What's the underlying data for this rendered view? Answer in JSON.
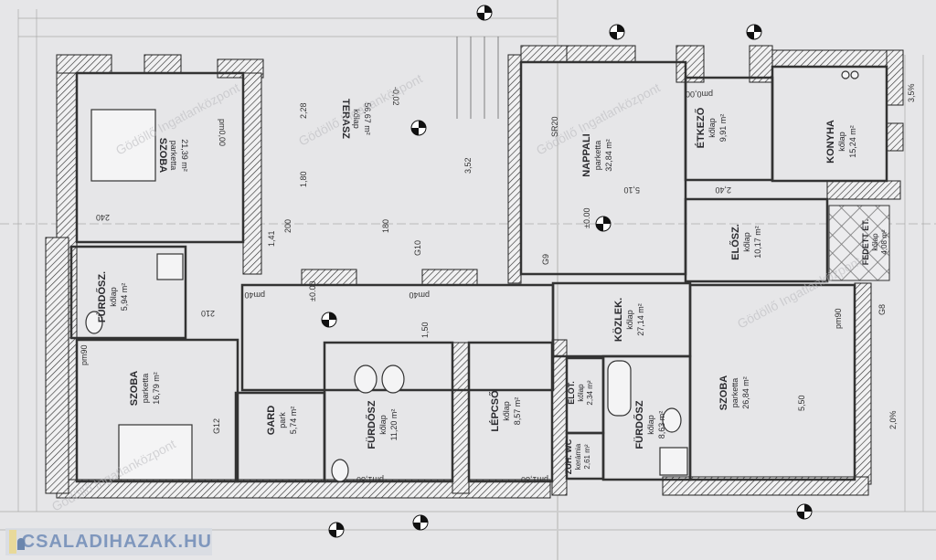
{
  "rooms": [
    {
      "name": "SZOBA",
      "floor": "parketta",
      "area": "21,39 m²"
    },
    {
      "name": "TERASZ",
      "floor": "kőlap",
      "area": "56,67 m²"
    },
    {
      "name": "NAPPALI",
      "floor": "parketta",
      "area": "32,84 m²"
    },
    {
      "name": "ÉTKEZŐ",
      "floor": "kőlap",
      "area": "9,91 m²"
    },
    {
      "name": "KONYHA",
      "floor": "kőlap",
      "area": "15,24 m²"
    },
    {
      "name": "FÜRDŐSZ.",
      "floor": "kőlap",
      "area": "5,94 m²"
    },
    {
      "name": "SZOBA",
      "floor": "parketta",
      "area": "16,79 m²"
    },
    {
      "name": "GARD",
      "floor": "park",
      "area": "5,74 m²"
    },
    {
      "name": "FÜRDŐSZ",
      "floor": "kőlap",
      "area": "11,20 m²"
    },
    {
      "name": "LÉPCSŐ",
      "floor": "kőlap",
      "area": "8,57 m²"
    },
    {
      "name": "ELŐT.",
      "floor": "kőlap",
      "area": "2,34 m²"
    },
    {
      "name": "ZUH. WC",
      "floor": "kerámia",
      "area": "2,61 m²"
    },
    {
      "name": "KÖZLEK.",
      "floor": "kőlap",
      "area": "27,14 m²"
    },
    {
      "name": "FÜRDŐSZ",
      "floor": "kőlap",
      "area": "8,63 m²"
    },
    {
      "name": "SZOBA",
      "floor": "parketta",
      "area": "26,84 m²"
    },
    {
      "name": "ELŐSZ.",
      "floor": "kőlap",
      "area": "10,17 m²"
    },
    {
      "name": "FEDETT ÉT.",
      "floor": "kőlap",
      "area": "4,08 m²"
    }
  ],
  "levels": {
    "zero": "±0.00",
    "terrace": "-0,02",
    "pm": "pm0,00",
    "pm90": "pm90",
    "pm40": "pm40",
    "pm180": "pm1,80"
  },
  "dims": [
    "240",
    "210",
    "200",
    "180",
    "1,41",
    "1,80",
    "3,52",
    "2,28",
    "5,10",
    "5,50",
    "2,40",
    "1,50",
    "G10",
    "G12",
    "G9",
    "G8",
    "SR20",
    "3,5%",
    "2,0%"
  ],
  "watermark": "Gödöllő Ingatlanközpont",
  "logo": "CSALADIHAZAK.HU"
}
